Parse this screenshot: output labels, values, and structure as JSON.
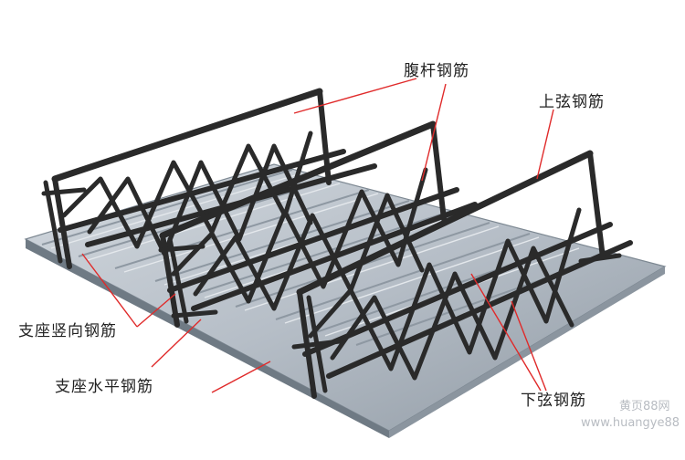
{
  "labels": {
    "web_bar": "腹杆钢筋",
    "top_chord": "上弦钢筋",
    "support_vertical": "支座竖向钢筋",
    "support_horizontal": "支座水平钢筋",
    "bottom_chord": "下弦钢筋"
  },
  "watermark": {
    "line1": "黄页88网",
    "line2": "www.huangye88"
  },
  "colors": {
    "leader_line": "#e02a2a",
    "rebar": "#2a2a2a",
    "deck_light": "#c4ccd4",
    "deck_dark": "#7d8892",
    "text": "#222222"
  }
}
